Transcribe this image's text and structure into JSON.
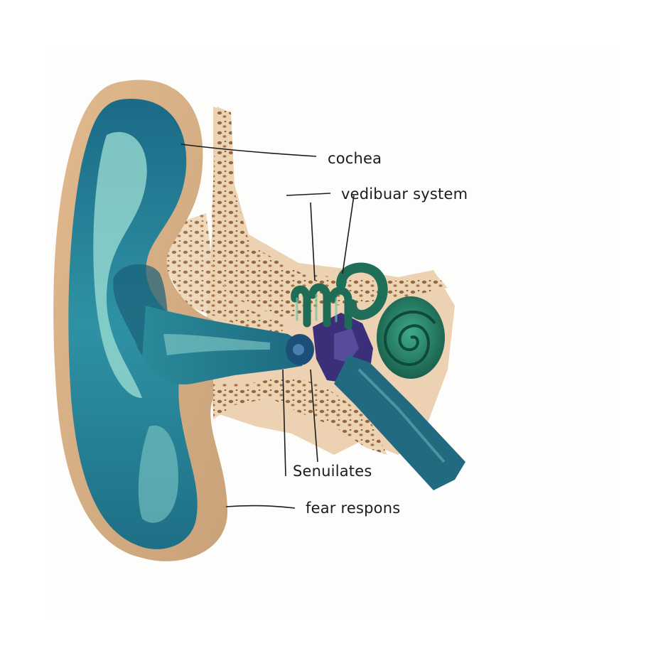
{
  "diagram": {
    "labels": {
      "cochea": "cochea",
      "vestibular": "vedibuar system",
      "senuilates": "Senuilates",
      "fear": "fear respons"
    }
  },
  "colors": {
    "ear_blue": "#1f6f86",
    "ear_light": "#8fd6cf",
    "skin": "#d9b08a",
    "bone": "#e9cfae",
    "bone_cells": "#8a5a34",
    "inner_ear_green": "#1e6b56",
    "inner_ear_purple": "#3b2f7a",
    "ink": "#1c1c1c"
  }
}
